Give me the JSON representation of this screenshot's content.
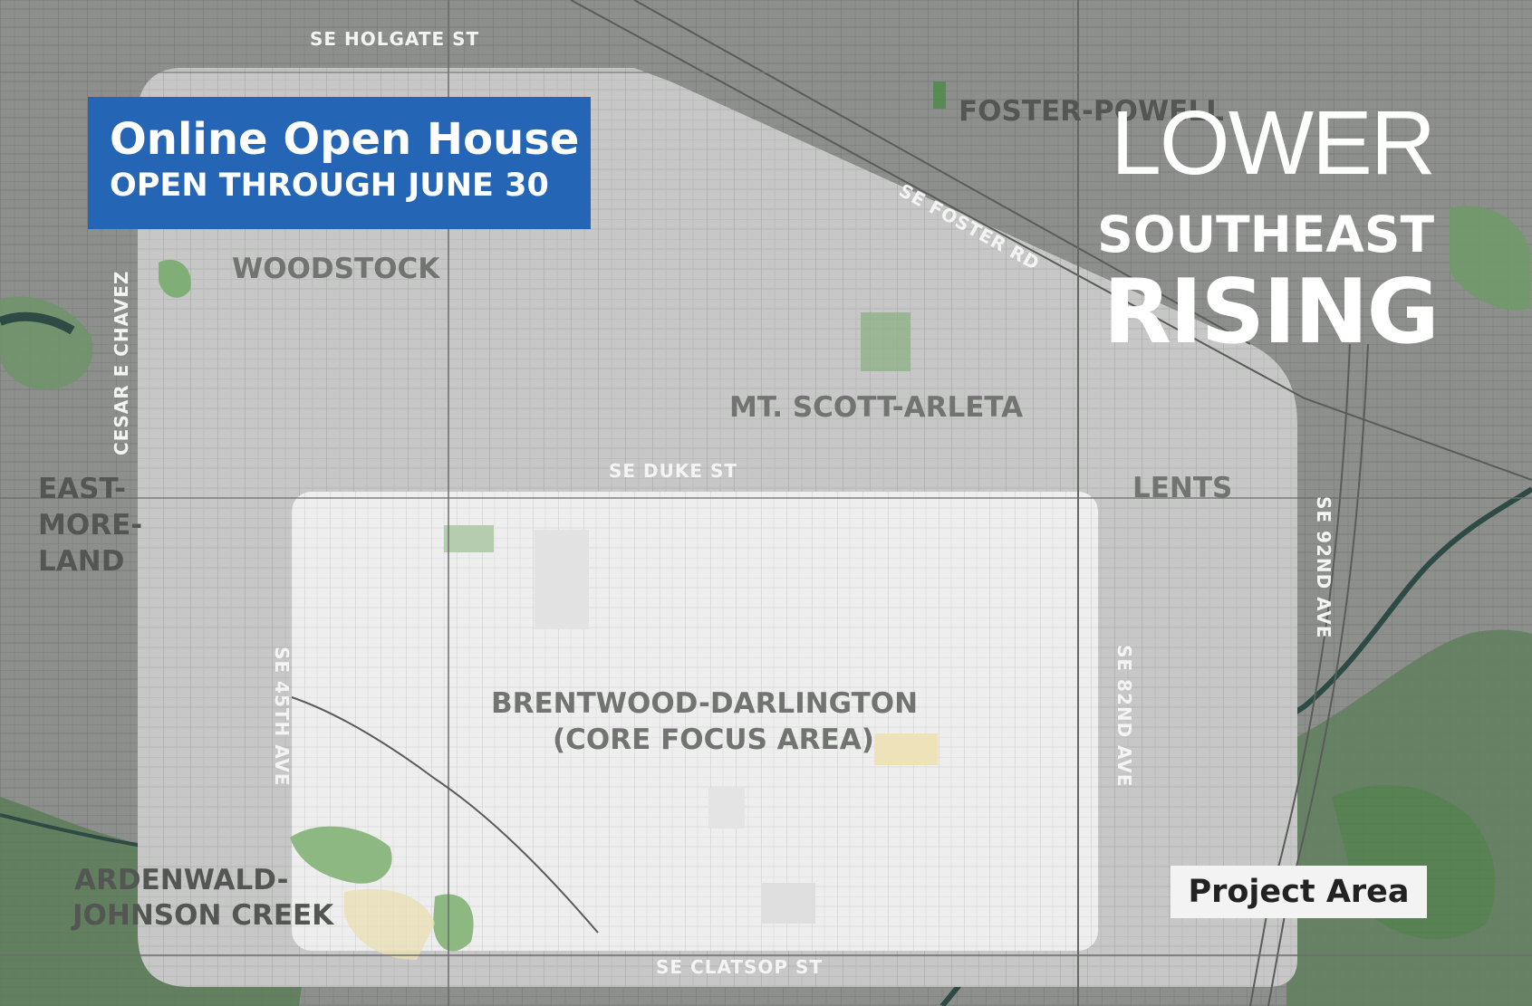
{
  "banner": {
    "line1": "Online Open House",
    "line2": "OPEN THROUGH JUNE 30",
    "color": "#2466b5"
  },
  "title": {
    "line1": "LOWER",
    "line2": "SOUTHEAST",
    "line3": "RISING"
  },
  "streets": {
    "holgate": "SE HOLGATE ST",
    "foster": "SE FOSTER RD",
    "duke": "SE DUKE ST",
    "clatsop": "SE CLATSOP ST",
    "chavez": "CESAR E CHAVEZ",
    "ave45": "SE 45TH AVE",
    "ave82": "SE 82ND AVE",
    "ave92": "SE 92ND AVE"
  },
  "neighborhoods": {
    "foster_powell": "FOSTER-POWELL",
    "woodstock": "WOODSTOCK",
    "mt_scott": "MT. SCOTT-ARLETA",
    "lents": "LENTS",
    "eastmoreland_1": "EAST-",
    "eastmoreland_2": "MORE-",
    "eastmoreland_3": "LAND",
    "brentwood_1": "BRENTWOOD-DARLINGTON",
    "brentwood_2": "(CORE FOCUS AREA)",
    "ardenwald_1": "ARDENWALD-",
    "ardenwald_2": "JOHNSON CREEK"
  },
  "legend": {
    "label": "Project Area"
  },
  "colors": {
    "outside": "#8d8f8d",
    "project_area": "#c9cac9",
    "core_area": "#eeeeee",
    "park": "#6fa46a",
    "water": "#2e4a44"
  }
}
